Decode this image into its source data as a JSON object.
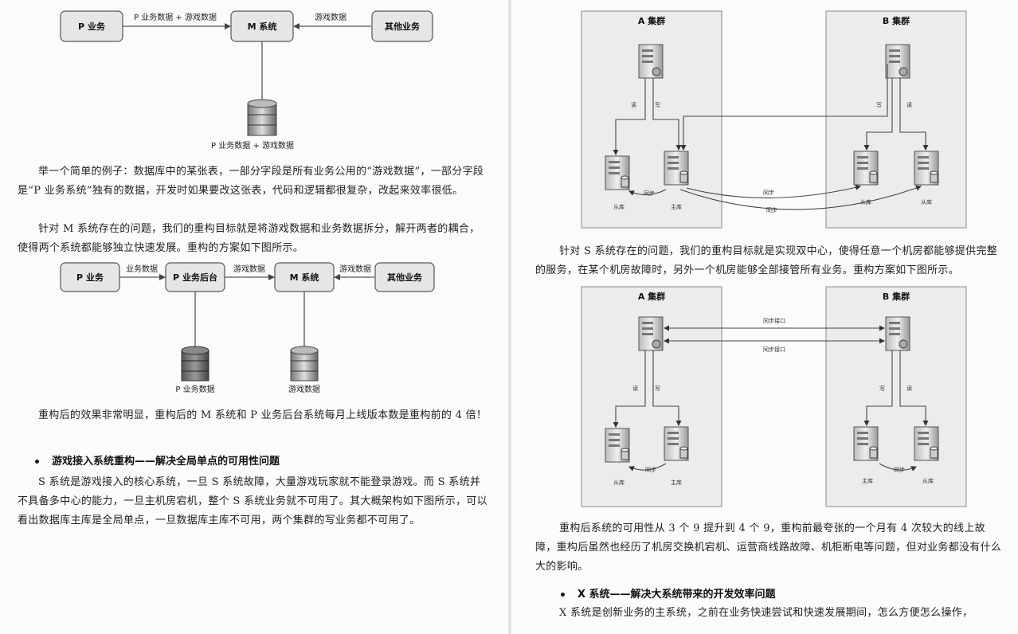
{
  "left": {
    "diagram1": {
      "p_business": "P 业务",
      "m_system": "M 系统",
      "other_business": "其他业务",
      "edge_p_to_m": "P 业务数据 + 游戏数据",
      "edge_other_to_m": "游戏数据",
      "db_caption": "P 业务数据 + 游戏数据"
    },
    "para1": "举一个简单的例子：数据库中的某张表，一部分字段是所有业务公用的“游戏数据”，一部分字段是“P 业务系统”独有的数据，开发时如果要改这张表，代码和逻辑都很复杂，改起来效率很低。",
    "para2": "针对 M 系统存在的问题，我们的重构目标就是将游戏数据和业务数据拆分，解开两者的耦合，使得两个系统都能够独立快速发展。重构的方案如下图所示。",
    "diagram2": {
      "p_business": "P 业务",
      "p_backend": "P 业务后台",
      "m_system": "M 系统",
      "other_business": "其他业务",
      "edge_p_to_backend": "业务数据",
      "edge_backend_to_m": "游戏数据",
      "edge_other_to_m": "游戏数据",
      "db1_caption": "P 业务数据",
      "db2_caption": "游戏数据"
    },
    "para3": "重构后的效果非常明显，重构后的 M 系统和 P 业务后台系统每月上线版本数是重构前的 4 倍！",
    "bullet1": "游戏接入系统重构——解决全局单点的可用性问题",
    "para4": "S 系统是游戏接入的核心系统，一旦 S 系统故障，大量游戏玩家就不能登录游戏。而 S 系统并不具备多中心的能力，一旦主机房宕机，整个 S 系统业务就不可用了。其大概架构如下图所示，可以看出数据库主库是全局单点，一旦数据库主库不可用，两个集群的写业务都不可用了。"
  },
  "right": {
    "diagram3": {
      "cluster_a": "A 集群",
      "cluster_b": "B 集群",
      "read": "读",
      "write": "写",
      "sync": "同步",
      "slave": "从库",
      "master": "主库"
    },
    "para1": "针对 S 系统存在的问题，我们的重构目标就是实现双中心，使得任意一个机房都能够提供完整的服务，在某个机房故障时，另外一个机房能够全部接管所有业务。重构方案如下图所示。",
    "diagram4": {
      "cluster_a": "A 集群",
      "cluster_b": "B 集群",
      "sync_top": "同步接口",
      "sync_bottom": "同步接口",
      "read": "读",
      "write": "写",
      "sync": "同步",
      "slave": "从库",
      "master": "主库"
    },
    "para2": "重构后系统的可用性从 3 个 9 提升到 4 个 9，重构前最夸张的一个月有 4 次较大的线上故障，重构后虽然也经历了机房交换机宕机、运营商线路故障、机柜断电等问题，但对业务都没有什么大的影响。",
    "bullet1": "X 系统——解决大系统带来的开发效率问题",
    "para3": "X 系统是创新业务的主系统，之前在业务快速尝试和快速发展期间，怎么方便怎么操作，"
  }
}
